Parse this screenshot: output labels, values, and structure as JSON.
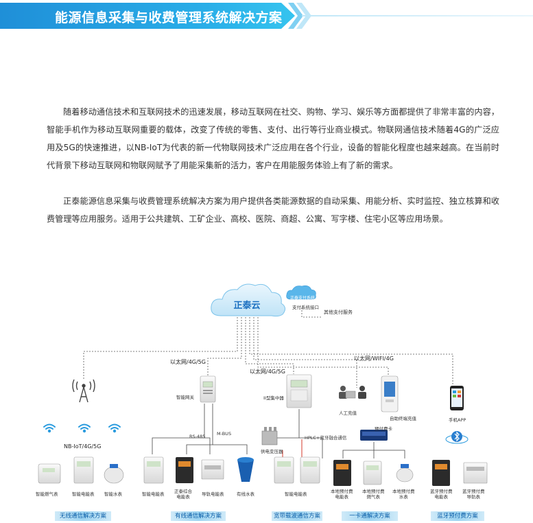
{
  "header": {
    "title": "能源信息采集与收费管理系统解决方案"
  },
  "body": {
    "paragraph1": "随着移动通信技术和互联网技术的迅速发展，移动互联网在社交、购物、学习、娱乐等方面都提供了非常丰富的内容，智能手机作为移动互联网重要的载体，改变了传统的零售、支付、出行等行业商业模式。物联网通信技术随着4G的广泛应用及5G的快速推进，以NB-IoT为代表的新一代物联网技术广泛应用在各个行业，设备的智能化程度也越来越高。在当前时代背景下移动互联网和物联网赋予了用能采集新的活力，客户在用能服务体验上有了新的需求。",
    "paragraph2": "正泰能源信息采集与收费管理系统解决方案为用户提供各类能源数据的自动采集、用能分析、实时监控、独立核算和收费管理等应用服务。适用于公共建筑、工矿企业、高校、医院、商超、公寓、写字楼、住宅小区等应用场景。"
  },
  "diagram": {
    "cloud_label": "正泰云",
    "pay_cloud_label": "正泰支付系统",
    "pay_interface": "支付系统接口",
    "other_pay": "其他支付服务",
    "net_eth_4g5g_1": "以太网/4G/5G",
    "net_eth_4g5g_2": "以太网/4G/5G",
    "net_eth_wifi_4g": "以太网/WIFI/4G",
    "nb_label": "NB-IoT/4G/5G",
    "gateway_label": "智能网关",
    "concentrator_label": "II型集中器",
    "rs485": "RS-485",
    "mbus": "M-BUS",
    "hplc": "HPLC+蓝牙融合通信",
    "transformer": "供电变压器",
    "manual_pay": "人工充值",
    "self_terminal": "自助终端充值",
    "card": "预付费卡",
    "mobile_app": "手机APP",
    "devices": {
      "wireless": [
        "智能燃气表",
        "智能电能表",
        "智能水表"
      ],
      "wired": [
        "智能电能表",
        "正泰综合\n电能表",
        "导轨电能表",
        "有线水表"
      ],
      "plc": [
        "智能电能表"
      ],
      "card": [
        "本地预付费\n电能表",
        "本地预付费\n燃气表",
        "本地预付费\n水表"
      ],
      "bt": [
        "蓝牙预付费\n电能表",
        "蓝牙预付费\n导轨表"
      ]
    },
    "solutions": [
      "无线通信解决方案",
      "有线通信解决方案",
      "宽带载波通信方案",
      "一卡通解决方案",
      "蓝牙预付费方案"
    ]
  }
}
